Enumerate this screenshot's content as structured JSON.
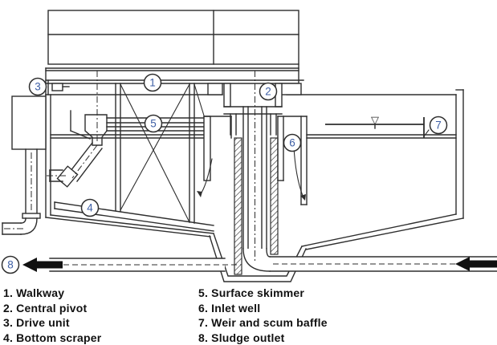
{
  "callouts": {
    "numbers": [
      "1",
      "2",
      "3",
      "4",
      "5",
      "6",
      "7",
      "8"
    ]
  },
  "legend": {
    "left": [
      "1. Walkway",
      "2. Central pivot",
      "3. Drive unit",
      "4. Bottom scraper"
    ],
    "right": [
      "5. Surface skimmer",
      "6. Inlet well",
      "7. Weir and scum baffle",
      "8. Sludge outlet"
    ]
  },
  "symbols": {
    "water_level": "▽"
  },
  "colors": {
    "line": "#2e2e2e",
    "callout_number": "#3e5fa5",
    "text": "#111111",
    "arrow": "#111111",
    "background": "#ffffff"
  }
}
